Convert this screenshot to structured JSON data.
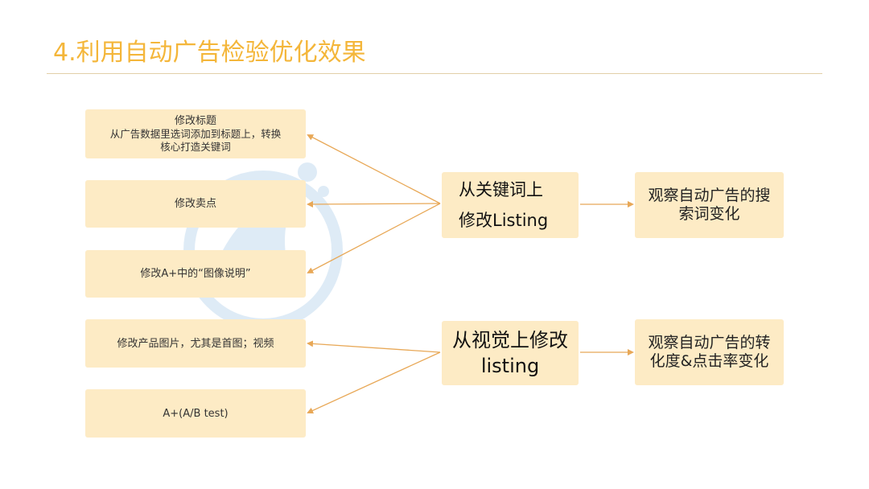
{
  "slide": {
    "title": "4.利用自动广告检验优化效果"
  },
  "left_boxes": [
    {
      "line1": "修改标题",
      "line2": "从广告数据里选词添加到标题上，转换",
      "line3": "核心打造关键词"
    },
    {
      "line1": "修改卖点"
    },
    {
      "line1": "修改A+中的“图像说明”"
    },
    {
      "line1": "修改产品图片，尤其是首图；视频"
    },
    {
      "line1": "A+(A/B test)"
    }
  ],
  "middle_boxes": [
    {
      "line1": "从关键词上",
      "line2": "修改Listing"
    },
    {
      "line1": "从视觉上修改",
      "line2": "listing"
    }
  ],
  "right_boxes": [
    {
      "line1": "观察自动广告的搜",
      "line2": "索词变化"
    },
    {
      "line1": "观察自动广告的转",
      "line2": "化度&点击率变化"
    }
  ],
  "colors": {
    "title": "#F4B63A",
    "box_fill": "#FDEBC5",
    "arrow": "#E8A857",
    "rule": "#E2CFA8",
    "watermark": "#6FA8D8"
  }
}
